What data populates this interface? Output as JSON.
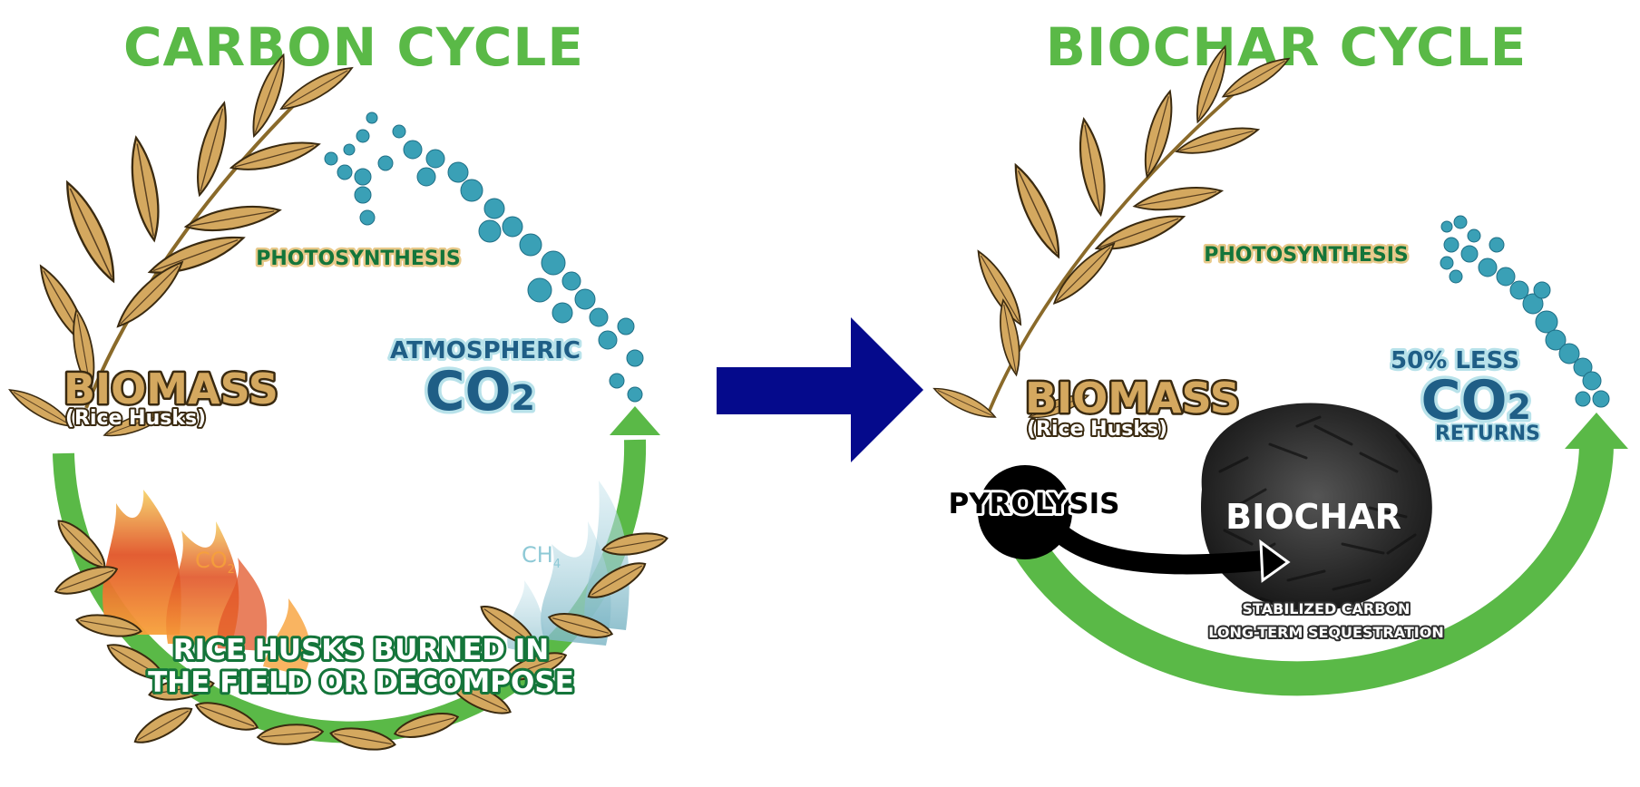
{
  "colors": {
    "title_green": "#5ab947",
    "cycle_green": "#5ab947",
    "label_green": "#14753a",
    "husk_fill": "#d4a85f",
    "husk_stroke": "#3a2a10",
    "co2_blue": "#1f5e86",
    "bubble_blue": "#3aa0b6",
    "navy_arrow": "#050a8c",
    "biochar_dark": "#2e2e2e",
    "flame_red": "#e15528",
    "flame_orange": "#f7a13a",
    "methane_blue": "#8ec9d6"
  },
  "left": {
    "title": "CARBON CYCLE",
    "photosynthesis": "PHOTOSYNTHESIS",
    "atmospheric": "ATMOSPHERIC",
    "co2_main": "CO",
    "co2_sub": "2",
    "biomass": "BIOMASS",
    "biomass_sub": "(Rice Husks)",
    "co2_small": "CO",
    "co2_small_sub": "2",
    "ch4": "CH",
    "ch4_sub": "4",
    "burn_line1": "RICE HUSKS BURNED IN",
    "burn_line2": "THE FIELD OR DECOMPOSE"
  },
  "right": {
    "title": "BIOCHAR CYCLE",
    "photosynthesis": "PHOTOSYNTHESIS",
    "less_label": "50% LESS",
    "co2_main": "CO",
    "co2_sub": "2",
    "returns": "RETURNS",
    "biomass": "BIOMASS",
    "biomass_sub": "(Rice Husks)",
    "pyrolysis": "PYROLYSIS",
    "biochar": "BIOCHAR",
    "stab_line1": "STABILIZED CARBON",
    "stab_line2": "LONG-TERM SEQUESTRATION"
  },
  "icons": {
    "transition": "right-arrow-icon",
    "plant": "rice-plant-icon",
    "bubbles": "co2-bubbles-icon",
    "flame": "flame-icon",
    "biochar_pile": "biochar-pile-icon"
  }
}
